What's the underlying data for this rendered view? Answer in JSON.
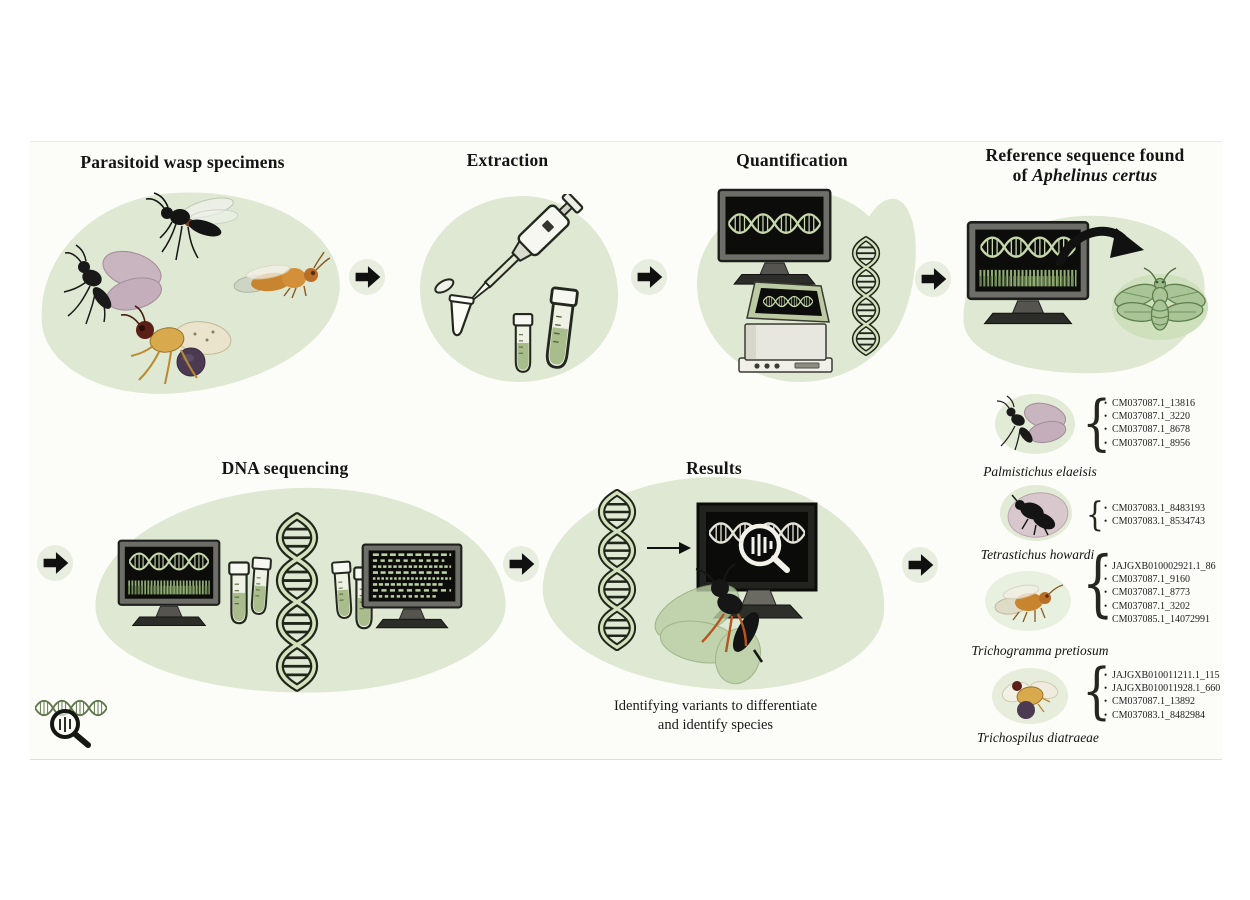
{
  "panels": {
    "specimens": {
      "title": "Parasitoid wasp specimens"
    },
    "extraction": {
      "title": "Extraction"
    },
    "quantification": {
      "title": "Quantification"
    },
    "reference": {
      "title_line1": "Reference sequence found",
      "title_line2_prefix": "of",
      "title_line2_species": "Aphelinus certus"
    },
    "sequencing": {
      "title": "DNA sequencing"
    },
    "results": {
      "title": "Results",
      "caption_line1": "Identifying variants to differentiate",
      "caption_line2": "and identify species"
    }
  },
  "species": [
    {
      "name": "Palmistichus elaeisis",
      "accessions": [
        "CM037087.1_13816",
        "CM037087.1_3220",
        "CM037087.1_8678",
        "CM037087.1_8956"
      ]
    },
    {
      "name": "Tetrastichus howardi",
      "accessions": [
        "CM037083.1_8483193",
        "CM037083.1_8534743"
      ]
    },
    {
      "name": "Trichogramma pretiosum",
      "accessions": [
        "JAJGXB010002921.1_86",
        "CM037087.1_9160",
        "CM037087.1_8773",
        "CM037087.1_3202",
        "CM037085.1_14072991"
      ]
    },
    {
      "name": "Trichospilus diatraeae",
      "accessions": [
        "JAJGXB010011211.1_115",
        "JAJGXB010011928.1_660",
        "CM037087.1_13892",
        "CM037083.1_8482984"
      ]
    }
  ],
  "glyphs": {
    "brace": "{"
  },
  "colors": {
    "blob": "#dfe8d2",
    "arrow": "#101010",
    "arrow_circle": "#e8eedf",
    "screen_art": "#c6d8ab",
    "helix_core": "#d3e2bc",
    "reference_wasp": "#a9c497",
    "mauve_wing": "#c9b5c0",
    "orange_body": "#c8842f",
    "gold_thorax": "#d9a94e"
  }
}
